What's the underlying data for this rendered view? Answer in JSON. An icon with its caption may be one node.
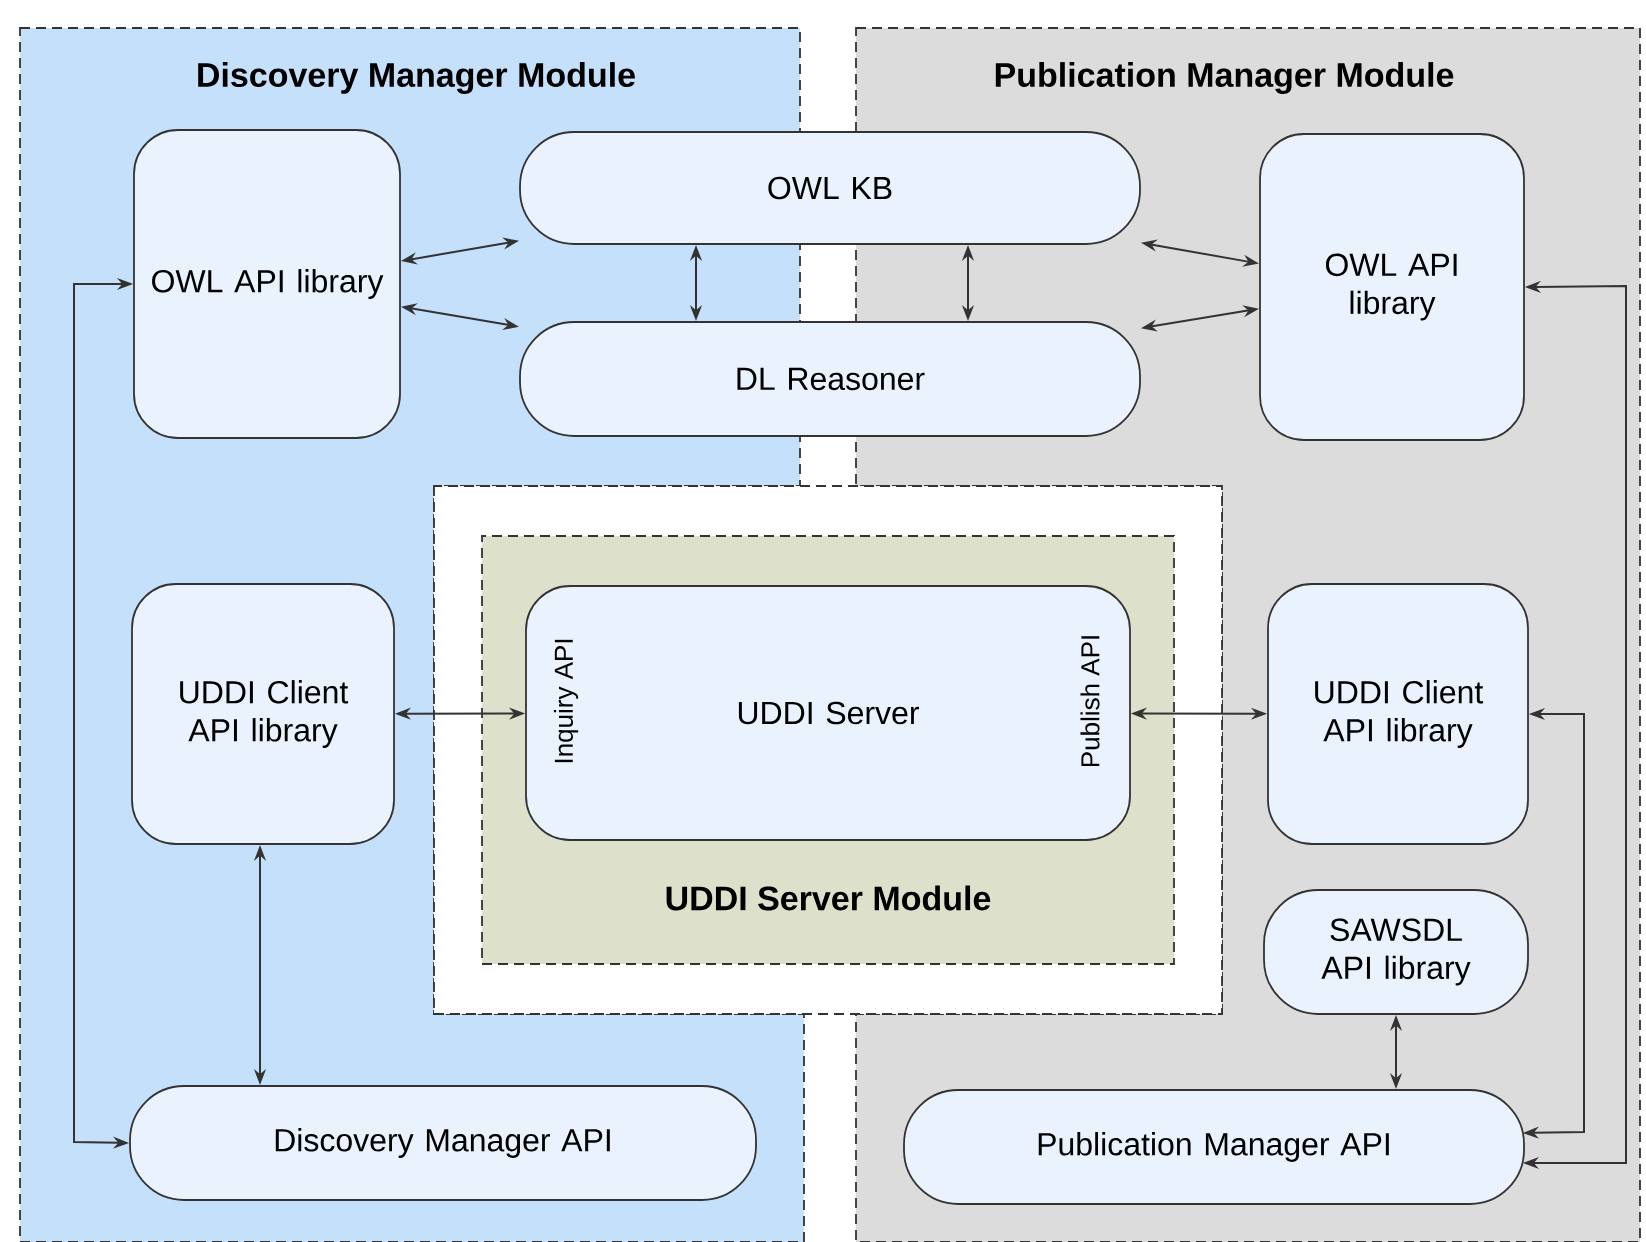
{
  "diagram": {
    "nodes": [
      {
        "text": [
          "Discovery Manager Module"
        ]
      },
      {
        "text": [
          "Publication Manager Module"
        ]
      },
      {
        "text": [
          "OWL KB"
        ]
      },
      {
        "text": [
          "DL Reasoner"
        ]
      },
      {
        "text": [
          "OWL API library"
        ],
        "in": 0
      },
      {
        "text": [
          "UDDI Client API library"
        ],
        "in": 0
      },
      {
        "text": [
          "Discovery Manager API"
        ],
        "in": 0
      },
      {
        "text": [
          "OWL API library"
        ],
        "in": 1
      },
      {
        "text": [
          "UDDI Client API library"
        ],
        "in": 1
      },
      {
        "text": [
          "SAWSDL API library"
        ],
        "in": 1
      },
      {
        "text": [
          "Publication Manager API"
        ],
        "in": 1
      },
      {
        "text": [
          "UDDI Server Module"
        ]
      },
      {
        "text": [
          "UDDI Server",
          "Inquiry API",
          "Publish API"
        ],
        "in": 11
      }
    ],
    "edges": [
      {
        "from": 4,
        "to": 2,
        "arrow": "both"
      },
      {
        "from": 4,
        "to": 3,
        "arrow": "both"
      },
      {
        "from": 2,
        "to": 3,
        "arrow": "both"
      },
      {
        "from": 2,
        "to": 3,
        "arrow": "both"
      },
      {
        "from": 2,
        "to": 7,
        "arrow": "both"
      },
      {
        "from": 3,
        "to": 7,
        "arrow": "both"
      },
      {
        "from": 5,
        "to": 12,
        "arrow": "both"
      },
      {
        "from": 12,
        "to": 8,
        "arrow": "both"
      },
      {
        "from": 5,
        "to": 6,
        "arrow": "both"
      },
      {
        "from": 6,
        "to": 4,
        "arrow": "both"
      },
      {
        "from": 9,
        "to": 10,
        "arrow": "both"
      },
      {
        "from": 8,
        "to": 10,
        "arrow": "both"
      },
      {
        "from": 10,
        "to": 7,
        "arrow": "both"
      }
    ]
  }
}
